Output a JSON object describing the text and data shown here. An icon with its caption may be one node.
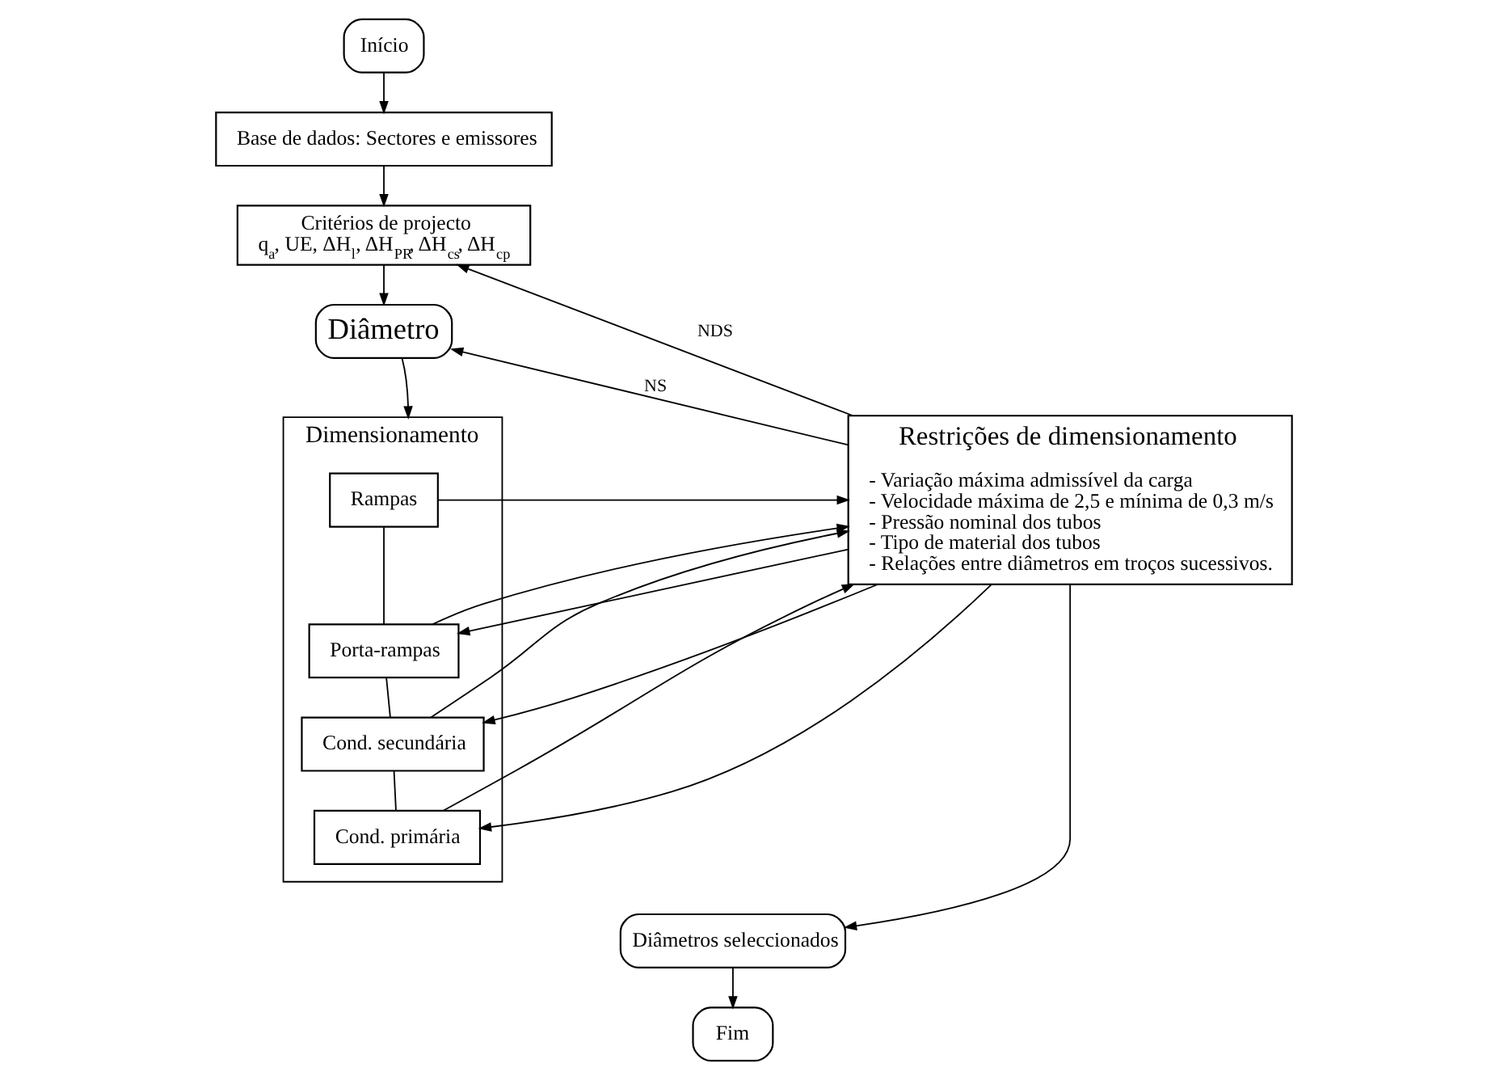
{
  "diagram": {
    "nodes": [
      {
        "text": [
          "Início"
        ]
      },
      {
        "text": [
          "Base de dados: Sectores e emissores"
        ]
      },
      {
        "text": [
          "Critérios de projecto",
          "q$_{a}$, UE, ΔH$_{l}$, ΔH$_{PR}$, ΔH$_{cs}$, ΔH$_{cp}$"
        ]
      },
      {
        "text": [
          "Diâmetro"
        ]
      },
      {
        "text": [
          "Dimensionamento"
        ]
      },
      {
        "text": [
          "Rampas"
        ],
        "in": 4
      },
      {
        "text": [
          "Porta-rampas"
        ],
        "in": 4
      },
      {
        "text": [
          "Cond. secundária"
        ],
        "in": 4
      },
      {
        "text": [
          "Cond. primária"
        ],
        "in": 4
      },
      {
        "text": [
          "Restrições de dimensionamento",
          "- Variação máxima admissível da carga",
          "- Velocidade máxima de 2,5 e mínima de 0,3 m/s",
          "- Pressão nominal dos tubos",
          "- Tipo de material dos tubos",
          "- Relações entre diâmetros em troços sucessivos."
        ]
      },
      {
        "text": [
          "Diâmetros seleccionados"
        ]
      },
      {
        "text": [
          "Fim"
        ]
      }
    ],
    "edges": [
      {
        "from": 0,
        "to": 1,
        "arrow": "to"
      },
      {
        "from": 1,
        "to": 2,
        "arrow": "to"
      },
      {
        "from": 2,
        "to": 3,
        "arrow": "to"
      },
      {
        "from": 3,
        "to": 4,
        "arrow": "to"
      },
      {
        "from": 5,
        "to": 6,
        "arrow": "none"
      },
      {
        "from": 6,
        "to": 7,
        "arrow": "none"
      },
      {
        "from": 7,
        "to": 8,
        "arrow": "none"
      },
      {
        "from": 5,
        "to": 9,
        "arrow": "to"
      },
      {
        "from": 9,
        "to": 6,
        "arrow": "to"
      },
      {
        "from": 6,
        "to": 9,
        "arrow": "to"
      },
      {
        "from": 9,
        "to": 7,
        "arrow": "to"
      },
      {
        "from": 7,
        "to": 9,
        "arrow": "to"
      },
      {
        "from": 9,
        "to": 8,
        "arrow": "to"
      },
      {
        "from": 8,
        "to": 9,
        "arrow": "to"
      },
      {
        "from": 9,
        "to": 3,
        "arrow": "to",
        "label": "NS"
      },
      {
        "from": 9,
        "to": 2,
        "arrow": "to",
        "label": "NDS"
      },
      {
        "from": 9,
        "to": 10,
        "arrow": "to"
      },
      {
        "from": 10,
        "to": 11,
        "arrow": "to"
      }
    ]
  }
}
